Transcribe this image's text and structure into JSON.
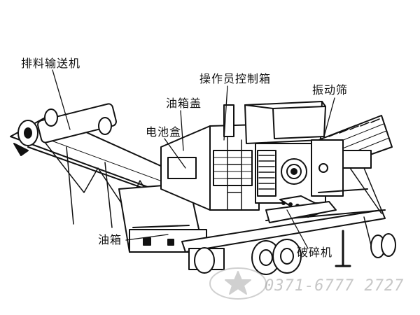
{
  "labels": {
    "discharge_conveyor": "排料输送机",
    "operator_control_box": "操作员控制箱",
    "vibrating_screen": "振动筛",
    "fuel_tank_cap": "油箱盖",
    "battery_box": "电池盒",
    "fuel_tank": "油箱",
    "crusher": "破碎机"
  },
  "watermark": {
    "phone": "0371-6777 2727"
  },
  "colors": {
    "ink": "#111111",
    "watermark": "#9a9a9a",
    "paper": "#ffffff"
  }
}
